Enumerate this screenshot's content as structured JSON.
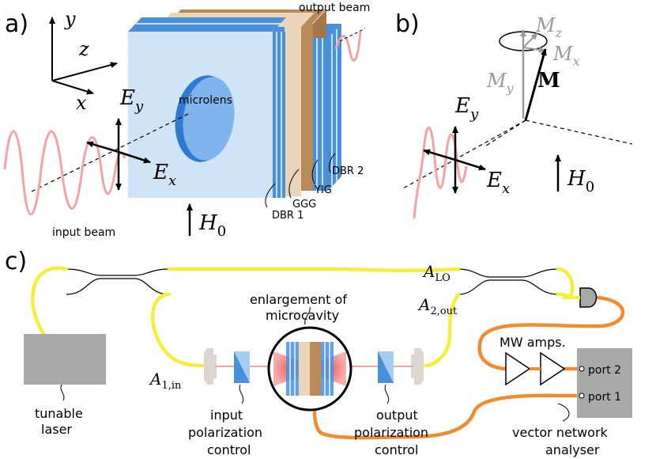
{
  "panels": {
    "a": "a)",
    "b": "b)",
    "c": "c)"
  },
  "panel_a": {
    "axes": {
      "x": "x",
      "y": "y",
      "z": "z"
    },
    "labels": {
      "microlens": "microlens",
      "output_beam": "output beam",
      "input_beam": "input beam",
      "dbr1": "DBR 1",
      "dbr2": "DBR 2",
      "ggg": "GGG",
      "yig": "YIG",
      "Ey_main": "E",
      "Ey_sub": "y",
      "Ex_main": "E",
      "Ex_sub": "x",
      "H0_main": "H",
      "H0_sub": "0"
    }
  },
  "panel_b": {
    "labels": {
      "Mz_main": "M",
      "Mz_sub": "z",
      "Mx_main": "M",
      "Mx_sub": "x",
      "My_main": "M",
      "My_sub": "y",
      "M": "M",
      "Ey_main": "E",
      "Ey_sub": "y",
      "Ex_main": "E",
      "Ex_sub": "x",
      "H0_main": "H",
      "H0_sub": "0"
    }
  },
  "panel_c": {
    "labels": {
      "A_LO_main": "A",
      "A_LO_sub": "LO",
      "A_2out_main": "A",
      "A_2out_sub": "2,out",
      "A_1in_main": "A",
      "A_1in_sub": "1,in",
      "enlargement_line1": "enlargement of",
      "enlargement_line2": "microcavity",
      "mw_amps": "MW amps.",
      "port2": "port 2",
      "port1": "port 1",
      "tunable_line1": "tunable",
      "tunable_line2": "laser",
      "input_pol_line1": "input",
      "input_pol_line2": "polarization",
      "input_pol_line3": "control",
      "output_pol_line1": "output",
      "output_pol_line2": "polarization",
      "output_pol_line3": "control",
      "vna_line1": "vector network",
      "vna_line2": "analyser"
    }
  },
  "colors": {
    "fiber_yellow": "#f5ee3a",
    "rf_orange": "#f28a2e",
    "beam_pink": "#f3a3a3",
    "dbr_blue": "#4a90d9",
    "block_light_blue": "#cfe4f7",
    "ggg_beige": "#ead5b8",
    "yig_brown": "#b98a5a",
    "gray_box": "#a9a9a9",
    "gray_text": "#9a9a9a"
  }
}
